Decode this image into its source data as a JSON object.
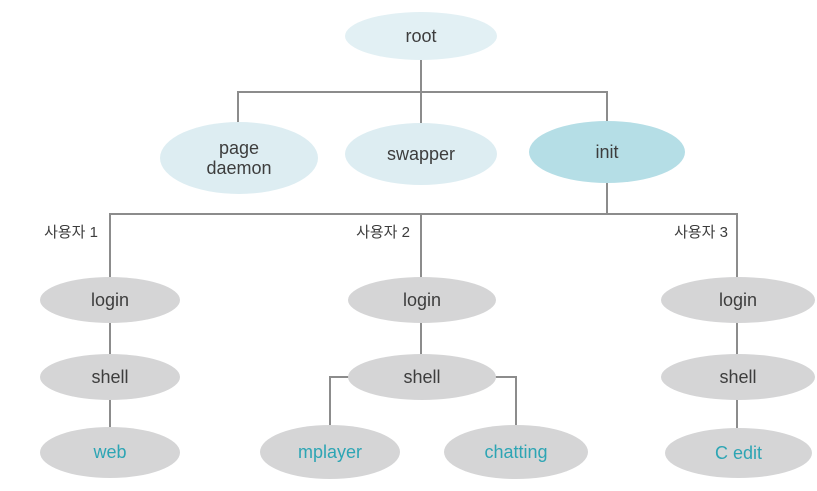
{
  "diagram": {
    "type": "process-tree",
    "nodes": {
      "root": "root",
      "page_daemon": "page daemon",
      "swapper": "swapper",
      "init": "init",
      "user1": {
        "login": "login",
        "shell": "shell",
        "web": "web"
      },
      "user2": {
        "login": "login",
        "shell": "shell",
        "mplayer": "mplayer",
        "chatting": "chatting"
      },
      "user3": {
        "login": "login",
        "shell": "shell",
        "c_edit": "C edit"
      }
    },
    "user_labels": {
      "user1": "사용자 1",
      "user2": "사용자 2",
      "user3": "사용자 3"
    },
    "colors": {
      "background": "#ffffff",
      "pale_blue_fill": "#ddedf2",
      "root_fill": "#e2f0f4",
      "init_fill": "#b5dee6",
      "gray_fill": "#d5d5d6",
      "line": "#8c8c8c",
      "text_dark": "#3d3d3d",
      "text_teal": "#2da5b4"
    }
  }
}
